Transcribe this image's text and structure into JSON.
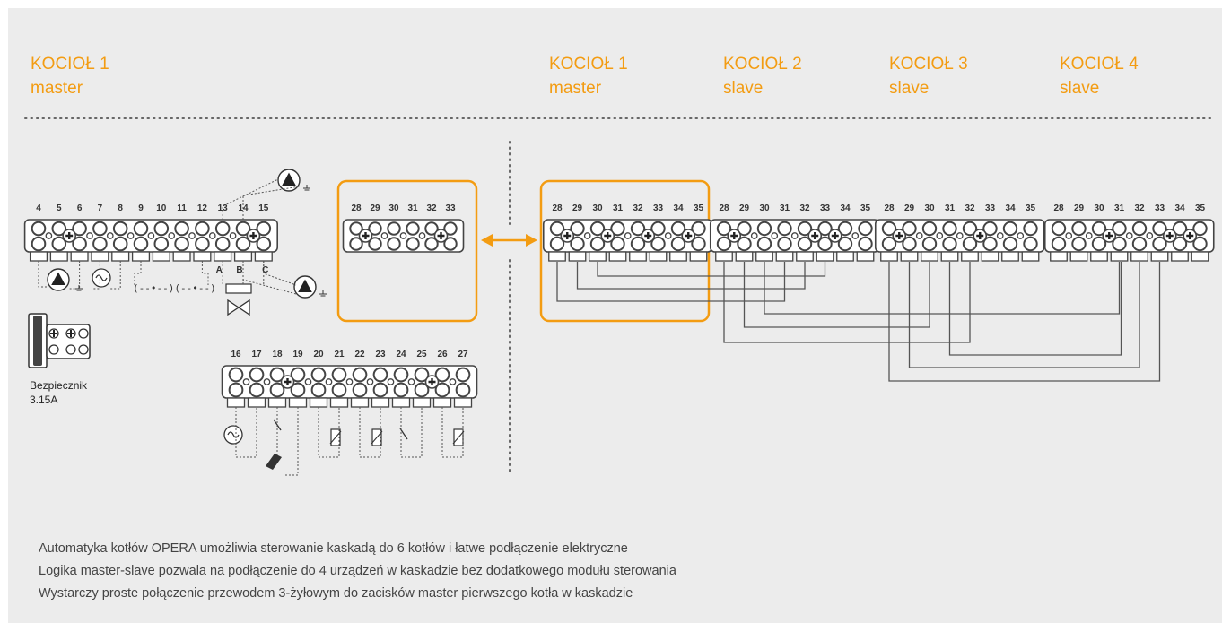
{
  "headers": [
    {
      "title": "KOCIOŁ 1",
      "role": "master"
    },
    {
      "title": "KOCIOŁ 1",
      "role": "master"
    },
    {
      "title": "KOCIOŁ 2",
      "role": "slave"
    },
    {
      "title": "KOCIOŁ 3",
      "role": "slave"
    },
    {
      "title": "KOCIOŁ 4",
      "role": "slave"
    }
  ],
  "boiler_terminals": {
    "main": [
      "4",
      "5",
      "6",
      "7",
      "8",
      "9",
      "10",
      "11",
      "12",
      "13",
      "14",
      "15"
    ],
    "lower": [
      "16",
      "17",
      "18",
      "19",
      "20",
      "21",
      "22",
      "23",
      "24",
      "25",
      "26",
      "27"
    ],
    "cascade": [
      "28",
      "29",
      "30",
      "31",
      "32",
      "33"
    ]
  },
  "cascade_terminals": [
    "28",
    "29",
    "30",
    "31",
    "32",
    "33",
    "34",
    "35"
  ],
  "valve_ports": [
    "A",
    "B",
    "C"
  ],
  "fuse": {
    "label_line1": "Bezpiecznik",
    "label_line2": "3.15A"
  },
  "notes": [
    "Automatyka kotłów OPERA umożliwia sterowanie kaskadą do 6 kotłów i łatwe podłączenie elektryczne",
    "Logika master-slave pozwala na podłączenie do 4 urządzeń w kaskadzie bez dodatkowego modułu sterowania",
    "Wystarczy proste połączenie przewodem 3-żyłowym do zacisków master pierwszego kotła w kaskadzie"
  ],
  "colors": {
    "accent": "#f39c12",
    "background": "#ececec",
    "line": "#555555"
  }
}
